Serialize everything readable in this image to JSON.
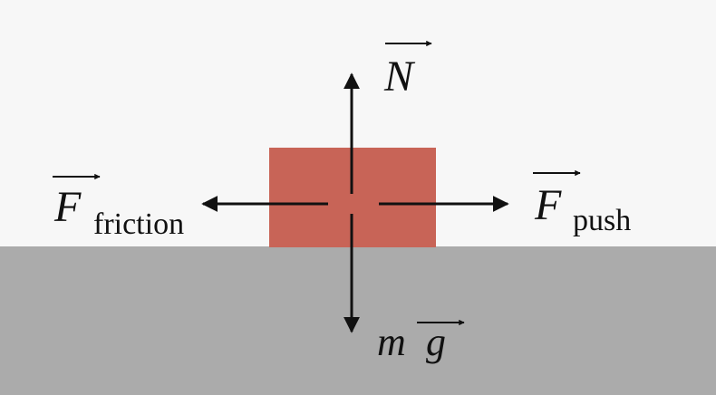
{
  "colors": {
    "background": "#f7f7f7",
    "ground": "#ababab",
    "block": "#c86457",
    "arrow": "#111111"
  },
  "forces": {
    "normal": {
      "symbol": "N"
    },
    "gravity": {
      "mass": "m",
      "symbol": "g"
    },
    "friction": {
      "symbol": "F",
      "subscript": "friction"
    },
    "push": {
      "symbol": "F",
      "subscript": "push"
    }
  }
}
